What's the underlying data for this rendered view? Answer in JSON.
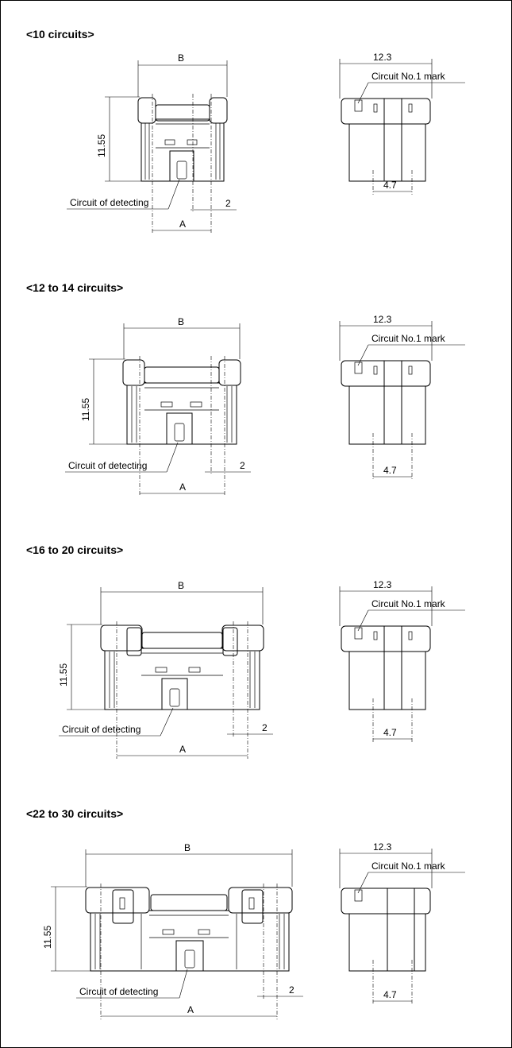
{
  "sections": [
    {
      "heading": "<10 circuits>",
      "labels": {
        "b": "B",
        "a": "A",
        "h": "11.55",
        "pitch": "2",
        "detect": "Circuit of detecting",
        "w": "12.3",
        "mark": "Circuit No.1 mark",
        "side": "4.7"
      }
    },
    {
      "heading": "<12 to 14 circuits>",
      "labels": {
        "b": "B",
        "a": "A",
        "h": "11.55",
        "pitch": "2",
        "detect": "Circuit of detecting",
        "w": "12.3",
        "mark": "Circuit No.1 mark",
        "side": "4.7"
      }
    },
    {
      "heading": "<16 to 20 circuits>",
      "labels": {
        "b": "B",
        "a": "A",
        "h": "11.55",
        "pitch": "2",
        "detect": "Circuit of detecting",
        "w": "12.3",
        "mark": "Circuit No.1 mark",
        "side": "4.7"
      }
    },
    {
      "heading": "<22 to 30 circuits>",
      "labels": {
        "b": "B",
        "a": "A",
        "h": "11.55",
        "pitch": "2",
        "detect": "Circuit of detecting",
        "w": "12.3",
        "mark": "Circuit No.1 mark",
        "side": "4.7"
      }
    }
  ]
}
